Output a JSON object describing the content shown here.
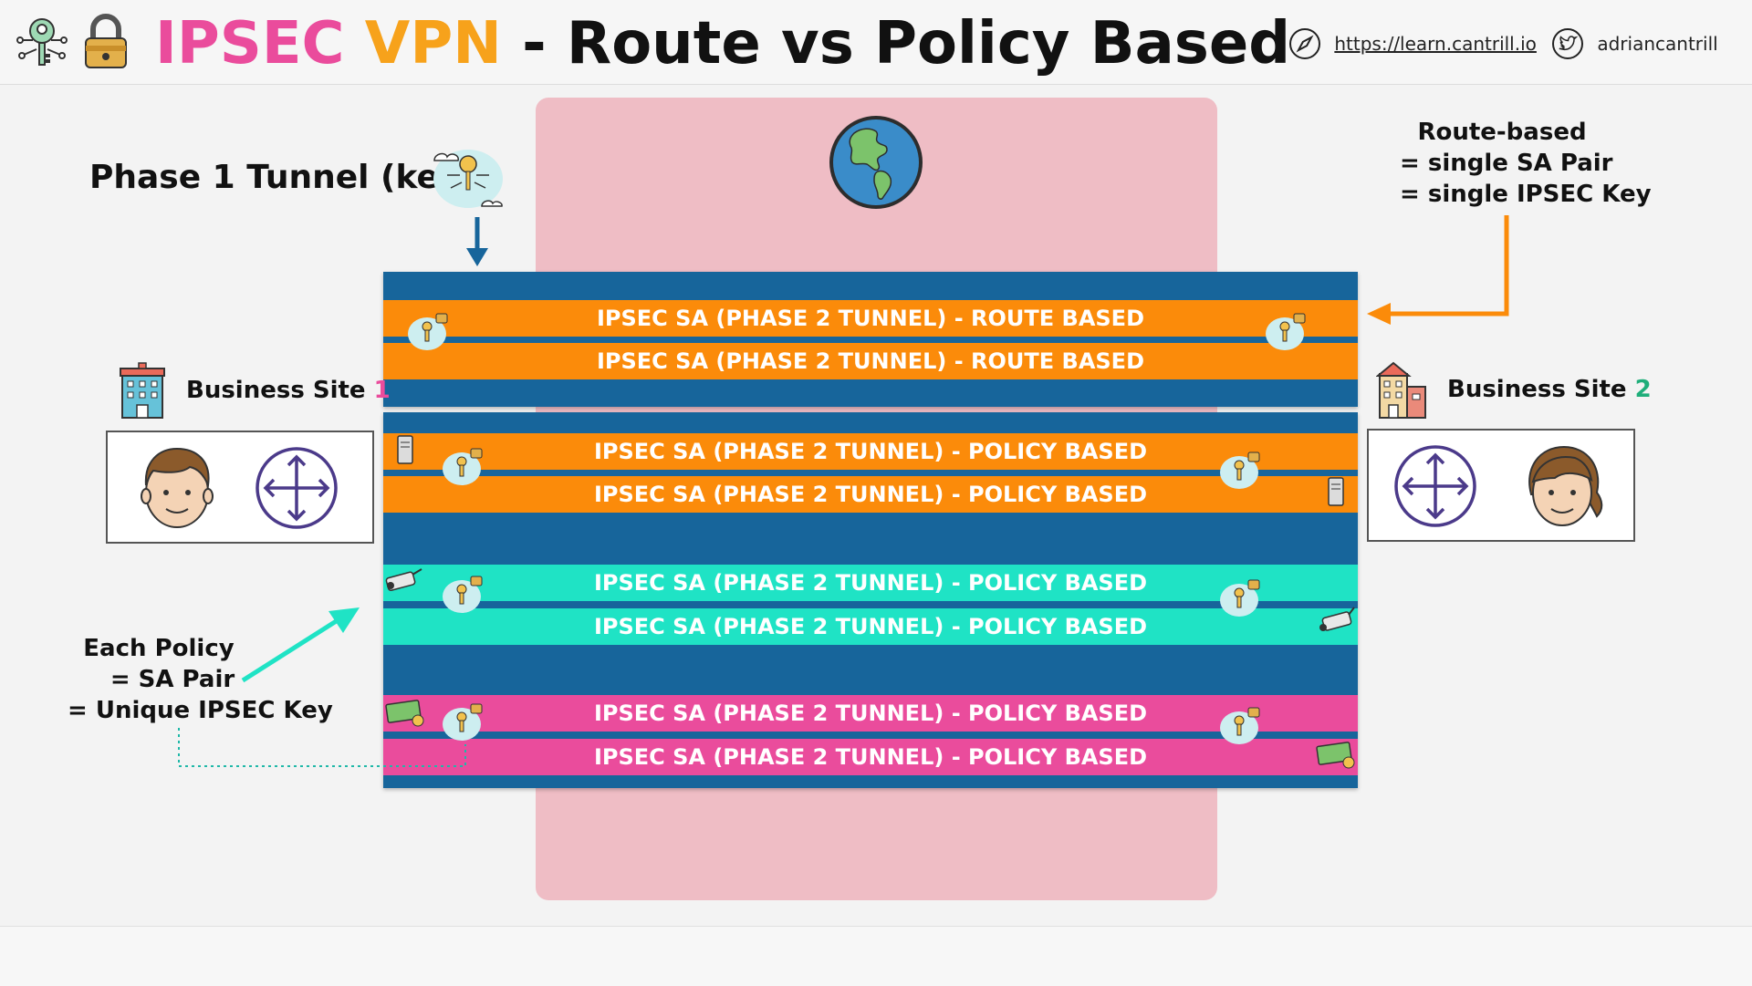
{
  "header": {
    "title_part1": "IPSEC",
    "title_part2": "VPN",
    "title_rest": " - Route vs Policy Based",
    "website": "https://learn.cantrill.io",
    "twitter": "adriancantrill"
  },
  "labels": {
    "phase1": "Phase 1 Tunnel (key)",
    "route_based_title": "Route-based",
    "route_based_line2": "= single SA Pair",
    "route_based_line3": "= single IPSEC Key",
    "site1_text": "Business Site ",
    "site1_num": "1",
    "site2_text": "Business Site ",
    "site2_num": "2",
    "policy_line1": "Each Policy",
    "policy_line2": "= SA Pair",
    "policy_line3": "= Unique IPSEC Key"
  },
  "tunnels": [
    {
      "label": "IPSEC SA (PHASE 2 TUNNEL) - ROUTE BASED",
      "color": "#fb8b0a"
    },
    {
      "label": "IPSEC SA (PHASE 2 TUNNEL) - ROUTE BASED",
      "color": "#fb8b0a"
    },
    {
      "label": "IPSEC SA (PHASE 2 TUNNEL) - POLICY BASED",
      "color": "#fb8b0a"
    },
    {
      "label": "IPSEC SA (PHASE 2 TUNNEL) - POLICY BASED",
      "color": "#fb8b0a"
    },
    {
      "label": "IPSEC SA (PHASE 2 TUNNEL) - POLICY BASED",
      "color": "#1fe3c5"
    },
    {
      "label": "IPSEC SA (PHASE 2 TUNNEL) - POLICY BASED",
      "color": "#1fe3c5"
    },
    {
      "label": "IPSEC SA (PHASE 2 TUNNEL) - POLICY BASED",
      "color": "#ea4c9c"
    },
    {
      "label": "IPSEC SA (PHASE 2 TUNNEL) - POLICY BASED",
      "color": "#ea4c9c"
    }
  ],
  "colors": {
    "tunnel_bg": "#17659b",
    "internet_zone": "#efbdc5",
    "router": "#4b3a8a",
    "arrow_orange": "#fb8b0a",
    "arrow_teal": "#1fe3c5",
    "arrow_blue": "#17659b"
  },
  "icons": [
    "key-network-icon",
    "padlock-icon",
    "compass-icon",
    "twitter-icon",
    "globe-icon",
    "building-icon",
    "person-icon",
    "router-icon",
    "server-icon",
    "camera-icon",
    "money-icon",
    "cloud-key-icon"
  ]
}
